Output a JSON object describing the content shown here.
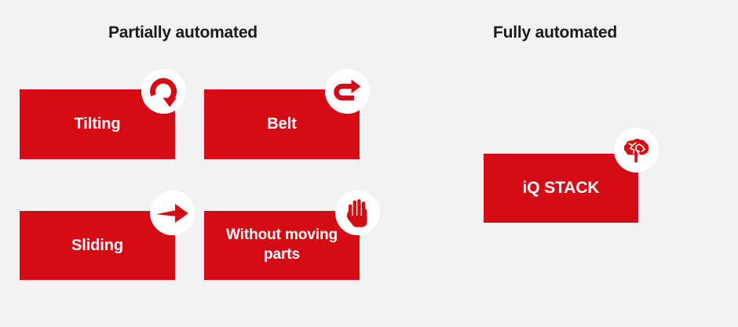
{
  "page": {
    "background_color": "#f2f2f2",
    "accent_color": "#d40b15",
    "heading_color": "#1a1a1a",
    "card_text_color": "#ffffff"
  },
  "sections": [
    {
      "id": "partially-automated",
      "heading": "Partially automated",
      "cards": [
        {
          "id": "tilting",
          "label": "Tilting",
          "icon": "rotate-arrow-icon"
        },
        {
          "id": "belt",
          "label": "Belt",
          "icon": "u-turn-arrow-icon"
        },
        {
          "id": "sliding",
          "label": "Sliding",
          "icon": "right-arrow-icon"
        },
        {
          "id": "nomoving",
          "label": "Without moving\nparts",
          "icon": "hand-stop-icon"
        }
      ]
    },
    {
      "id": "fully-automated",
      "heading": "Fully automated",
      "cards": [
        {
          "id": "iqstack",
          "label": "iQ STACK",
          "icon": "brain-icon"
        }
      ]
    }
  ]
}
